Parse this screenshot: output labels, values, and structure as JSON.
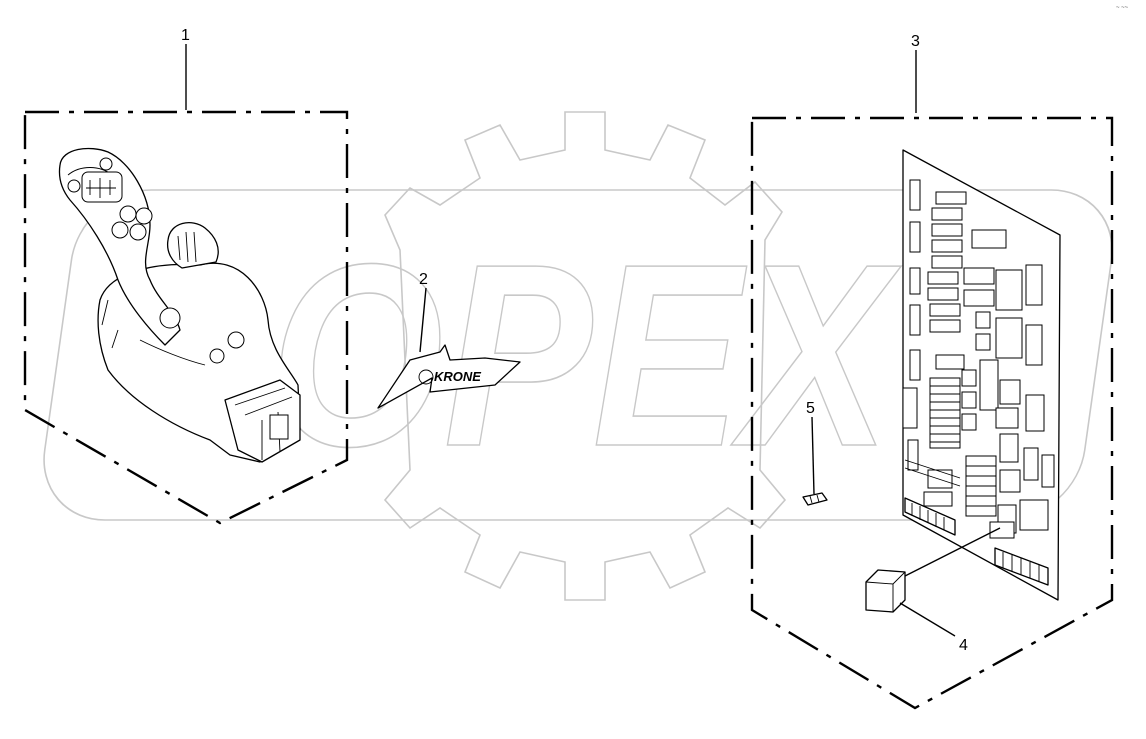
{
  "diagram": {
    "callouts": [
      {
        "id": "1",
        "label": "1"
      },
      {
        "id": "2",
        "label": "2"
      },
      {
        "id": "3",
        "label": "3"
      },
      {
        "id": "4",
        "label": "4"
      },
      {
        "id": "5",
        "label": "5"
      }
    ],
    "watermark": {
      "text": "OPEX"
    },
    "logo": {
      "text": "KRONE"
    },
    "corner_mark": {
      "text": "~ ~~"
    }
  }
}
